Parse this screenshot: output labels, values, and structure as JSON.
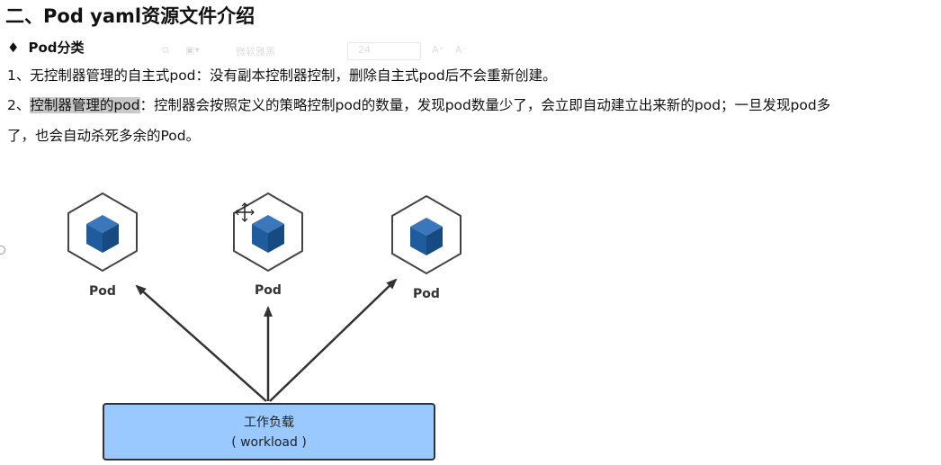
{
  "doc": {
    "heading": "二、Pod yaml资源文件介绍",
    "subhead_bullet": "♦",
    "subhead": "Pod分类",
    "p1": "1、无控制器管理的自主式pod：没有副本控制器控制，删除自主式pod后不会重新创建。",
    "p2_prefix": "2、",
    "p2_highlight": "控制器管理的pod",
    "p2_rest": "：控制器会按照定义的策略控制pod的数量，发现pod数量少了，会立即自动建立出来新的pod；一旦发现pod多",
    "p3": "了，也会自动杀死多余的Pod。"
  },
  "toolbar_ghost": {
    "font_name": "微软雅黑",
    "font_size": "24",
    "grow": "A⁺",
    "shrink": "A⁻"
  },
  "diagram": {
    "pods": [
      {
        "label": "Pod"
      },
      {
        "label": "Pod"
      },
      {
        "label": "Pod"
      }
    ],
    "workload_line1": "工作负载",
    "workload_line2": "( workload )",
    "colors": {
      "cube": "#1f5c9e",
      "hex_stroke": "#444444",
      "workload_fill": "#99c9ff",
      "arrow": "#333333"
    }
  }
}
